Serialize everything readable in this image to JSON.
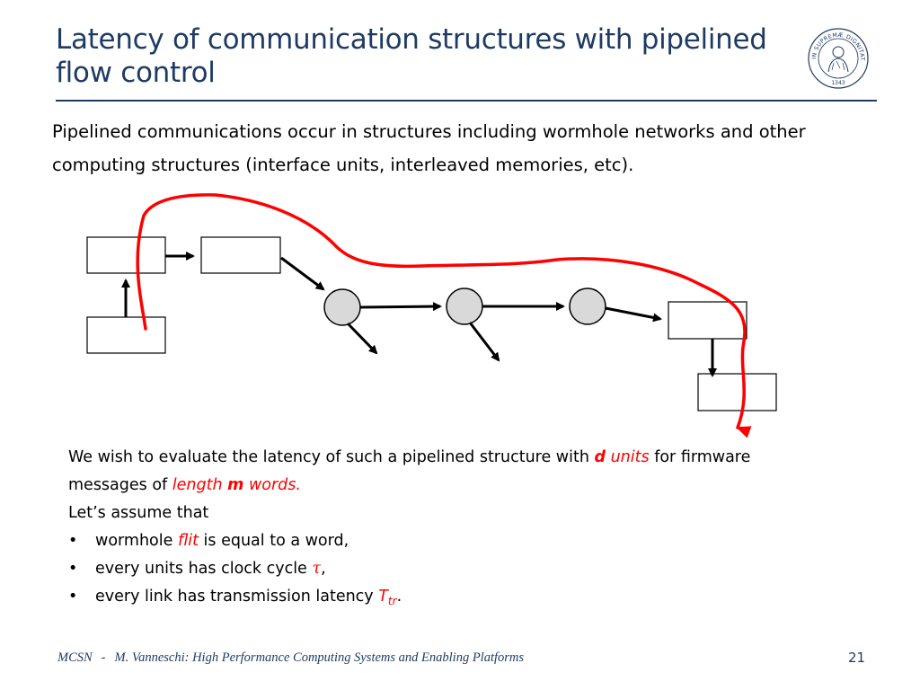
{
  "slide": {
    "title_line1": "Latency of communication structures with pipelined",
    "title_line2": "flow control",
    "intro": "Pipelined communications occur in structures including wormhole networks and other computing structures (interface units, interleaved memories, etc).",
    "para1_a": "We wish to evaluate the latency of such a pipelined structure with ",
    "para1_d": "d",
    "para1_units": " units",
    "para1_b": " for firmware messages of ",
    "para1_length": "length ",
    "para1_m": "m",
    "para1_words": " words.",
    "para2": "Let’s assume that",
    "bullet1_a": "wormhole ",
    "bullet1_flit": "flit",
    "bullet1_b": " is equal to a word,",
    "bullet2_a": "every units has clock cycle ",
    "bullet2_tau": "τ",
    "bullet2_b": ",",
    "bullet3_a": "every link has transmission latency ",
    "bullet3_T": "T",
    "bullet3_sub": "tr",
    "bullet3_b": "."
  },
  "seal": {
    "text": "IN SUPREMÆ DIGNITATIS",
    "year": "1343"
  },
  "footer": {
    "course": "MCSN",
    "separator": "-",
    "author": "M. Vanneschi: High Performance Computing Systems and Enabling Platforms",
    "page": "21"
  },
  "colors": {
    "title": "#1f3b63",
    "accent_red": "#ff0000",
    "node_fill": "#d9d9d9"
  }
}
